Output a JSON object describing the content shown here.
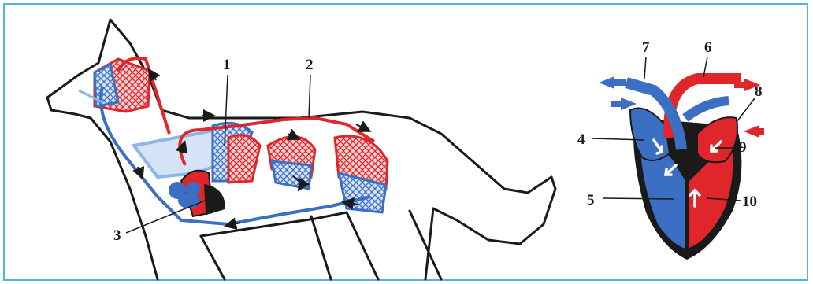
{
  "figure": {
    "frame_color": "#4fb6e3",
    "colors": {
      "arterial": "#e0262b",
      "venous": "#3a6fc4",
      "light_venous": "#8fb4e6",
      "outline": "#1a1a1a"
    },
    "dog_labels": [
      "1",
      "2",
      "3"
    ],
    "heart_labels": [
      "4",
      "5",
      "6",
      "7",
      "8",
      "9",
      "10"
    ]
  }
}
